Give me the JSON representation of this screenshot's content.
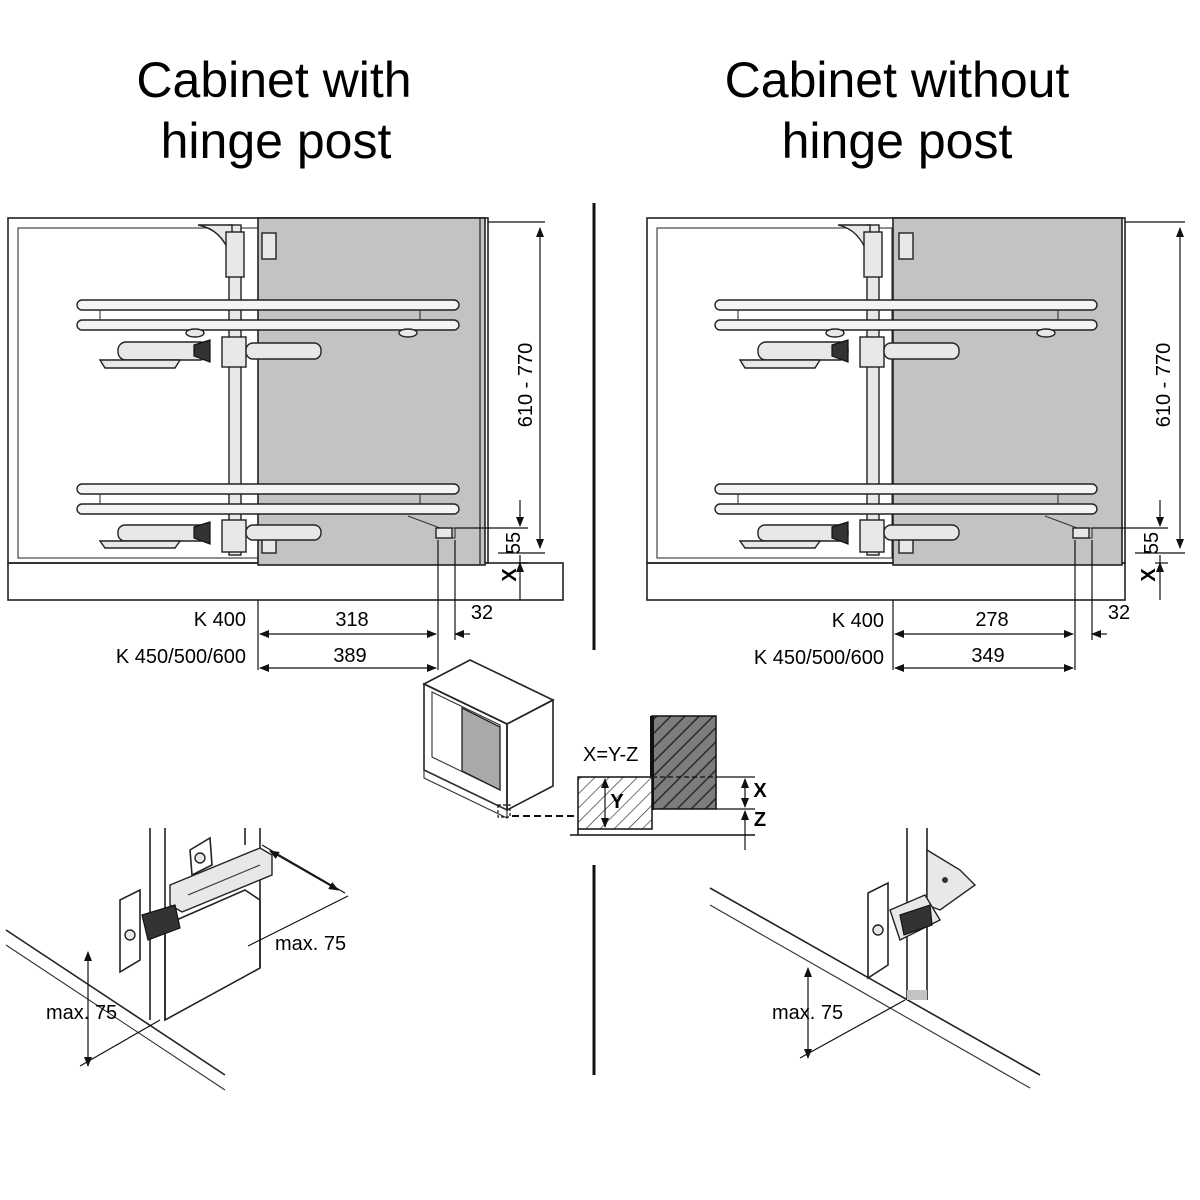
{
  "titles": {
    "left_line1": "Cabinet with",
    "left_line2": "hinge post",
    "right_line1": "Cabinet without",
    "right_line2": "hinge post"
  },
  "left_cabinet": {
    "height_dim": "610 - 770",
    "offset_dim": "55",
    "x_label": "X",
    "row1_label": "K 400",
    "row1_value": "318",
    "row1_offset": "32",
    "row2_label": "K 450/500/600",
    "row2_value": "389"
  },
  "right_cabinet": {
    "height_dim": "610 - 770",
    "offset_dim": "55",
    "x_label": "X",
    "row1_label": "K 400",
    "row1_value": "278",
    "row1_offset": "32",
    "row2_label": "K 450/500/600",
    "row2_value": "349"
  },
  "detail": {
    "formula": "X=Y-Z",
    "y_label": "Y",
    "x_label": "X",
    "z_label": "Z"
  },
  "hinge_left": {
    "max_depth": "max. 75",
    "max_height": "max. 75"
  },
  "hinge_right": {
    "max_height": "max. 75"
  }
}
